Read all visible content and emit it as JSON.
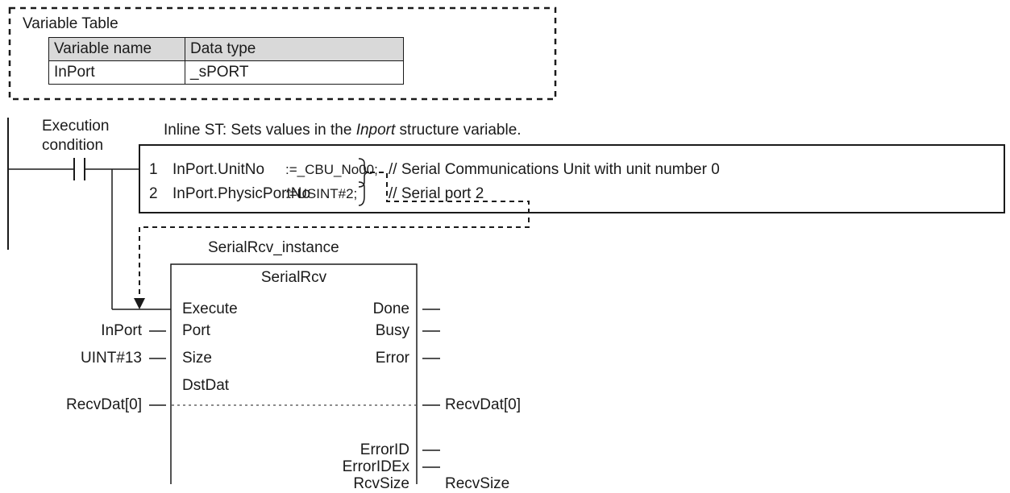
{
  "variable_table": {
    "title": "Variable Table",
    "headers": [
      "Variable name",
      "Data type"
    ],
    "rows": [
      [
        "InPort",
        "_sPORT"
      ]
    ]
  },
  "rung": {
    "condition_line1": "Execution",
    "condition_line2": "condition"
  },
  "inline_st": {
    "caption_prefix": "Inline ST: Sets values in the ",
    "caption_italic": "Inport",
    "caption_suffix": " structure variable.",
    "lines": [
      {
        "num": "1",
        "target": "InPort.UnitNo",
        "assign": ":=_CBU_No00;",
        "comment": "// Serial Communications Unit with unit number 0"
      },
      {
        "num": "2",
        "target": "InPort.PhysicPortNo",
        "assign": ":=USINT#2;",
        "comment": "// Serial port 2"
      }
    ]
  },
  "function_block": {
    "instance": "SerialRcv_instance",
    "name": "SerialRcv",
    "inputs": [
      "Execute",
      "Port",
      "Size",
      "DstDat"
    ],
    "outputs_top": [
      "Done",
      "Busy",
      "Error"
    ],
    "outputs_bottom": [
      "ErrorID",
      "ErrorIDEx",
      "RcvSize"
    ],
    "input_args": {
      "Port": "InPort",
      "Size": "UINT#13",
      "DstDat": "RecvDat[0]"
    },
    "output_args": {
      "DstDat": "RecvDat[0]",
      "RcvSize": "RecvSize"
    }
  }
}
